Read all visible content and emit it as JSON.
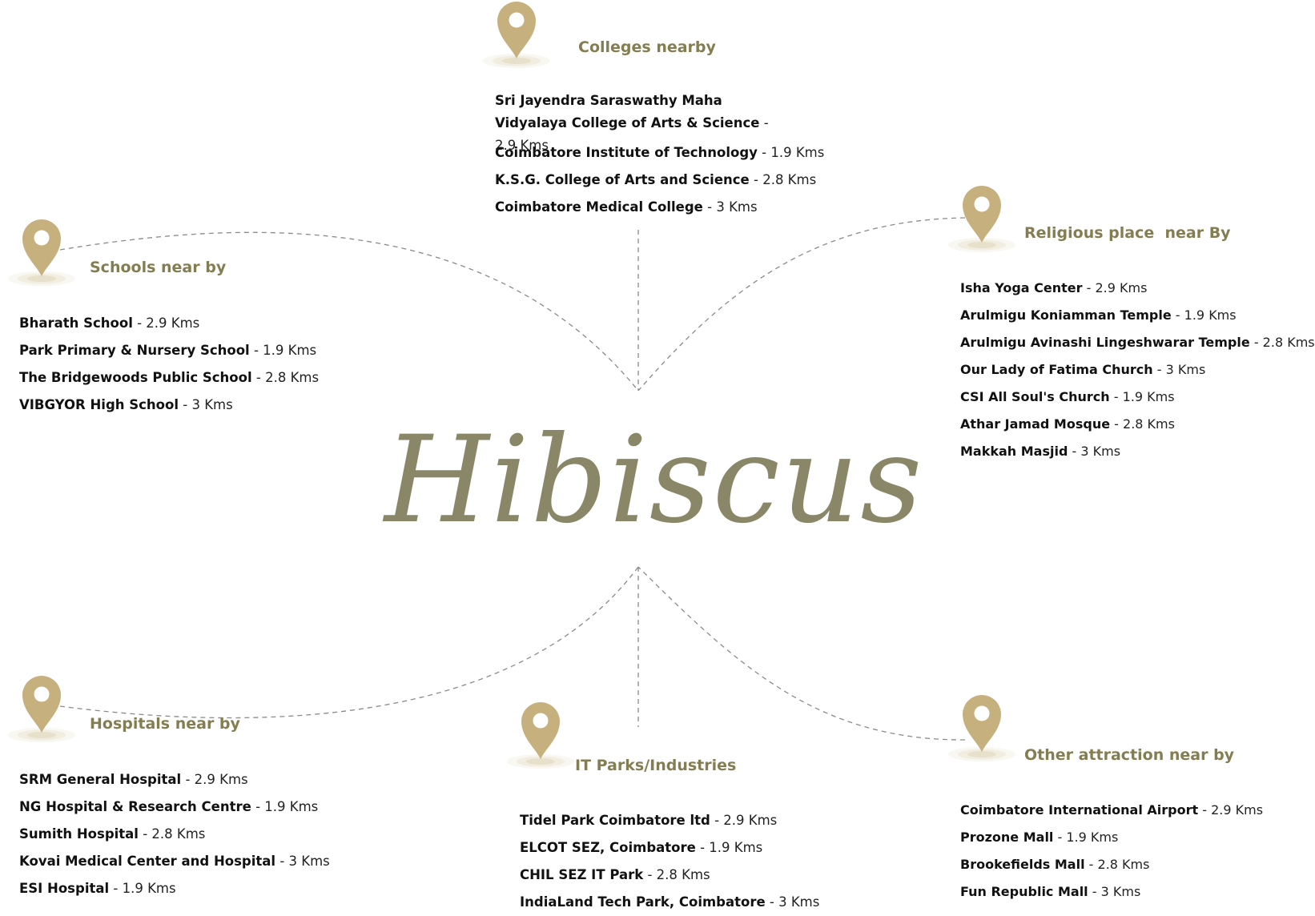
{
  "brand": {
    "name": "Hibiscus"
  },
  "colors": {
    "accent": "#857d52",
    "pin": "#c6b07e",
    "brand": "#8a8668",
    "connector": "#8a8a8a"
  },
  "pin_icon": "location-pin-icon",
  "groups": {
    "colleges": {
      "heading": "Colleges nearby",
      "items": [
        {
          "name": "Sri Jayendra Saraswathy Maha Vidyalaya College of Arts & Science",
          "dist": "- 2.9 Kms"
        },
        {
          "name": "Coimbatore Institute of Technology",
          "dist": "- 1.9 Kms"
        },
        {
          "name": "K.S.G. College of Arts and Science",
          "dist": "- 2.8 Kms"
        },
        {
          "name": "Coimbatore Medical College",
          "dist": "- 3 Kms"
        }
      ]
    },
    "schools": {
      "heading": "Schools near by",
      "items": [
        {
          "name": "Bharath School",
          "dist": "- 2.9 Kms"
        },
        {
          "name": "Park Primary & Nursery School",
          "dist": "- 1.9 Kms"
        },
        {
          "name": "The Bridgewoods Public School",
          "dist": "- 2.8 Kms"
        },
        {
          "name": "VIBGYOR High School",
          "dist": "- 3 Kms"
        }
      ]
    },
    "religious": {
      "heading": "Religious place  near By",
      "items": [
        {
          "name": "Isha Yoga Center",
          "dist": "- 2.9 Kms"
        },
        {
          "name": "Arulmigu Koniamman Temple",
          "dist": "- 1.9 Kms"
        },
        {
          "name": "Arulmigu Avinashi Lingeshwarar Temple",
          "dist": "- 2.8 Kms"
        },
        {
          "name": "Our Lady of Fatima Church",
          "dist": "- 3 Kms"
        },
        {
          "name": "CSI All Soul's Church",
          "dist": "- 1.9 Kms"
        },
        {
          "name": "Athar Jamad Mosque",
          "dist": "- 2.8 Kms"
        },
        {
          "name": "Makkah Masjid",
          "dist": "- 3 Kms"
        }
      ]
    },
    "hospitals": {
      "heading": "Hospitals near by",
      "items": [
        {
          "name": "SRM General Hospital",
          "dist": "- 2.9 Kms"
        },
        {
          "name": "NG Hospital & Research Centre",
          "dist": "- 1.9 Kms"
        },
        {
          "name": "Sumith Hospital",
          "dist": "- 2.8 Kms"
        },
        {
          "name": "Kovai Medical Center and Hospital",
          "dist": "- 3 Kms"
        },
        {
          "name": "ESI Hospital",
          "dist": "- 1.9 Kms"
        }
      ]
    },
    "itparks": {
      "heading": "IT Parks/Industries",
      "items": [
        {
          "name": "Tidel Park Coimbatore ltd",
          "dist": "- 2.9 Kms"
        },
        {
          "name": "ELCOT SEZ, Coimbatore",
          "dist": "- 1.9 Kms"
        },
        {
          "name": "CHIL SEZ IT Park",
          "dist": "- 2.8 Kms"
        },
        {
          "name": "IndiaLand Tech Park, Coimbatore",
          "dist": "- 3 Kms"
        }
      ]
    },
    "attractions": {
      "heading": "Other attraction near by",
      "items": [
        {
          "name": "Coimbatore International Airport",
          "dist": " - 2.9 Kms"
        },
        {
          "name": "Prozone Mall",
          "dist": "- 1.9 Kms"
        },
        {
          "name": "Brookefields Mall",
          "dist": "- 2.8 Kms"
        },
        {
          "name": "Fun Republic Mall",
          "dist": "- 3 Kms"
        }
      ]
    }
  }
}
